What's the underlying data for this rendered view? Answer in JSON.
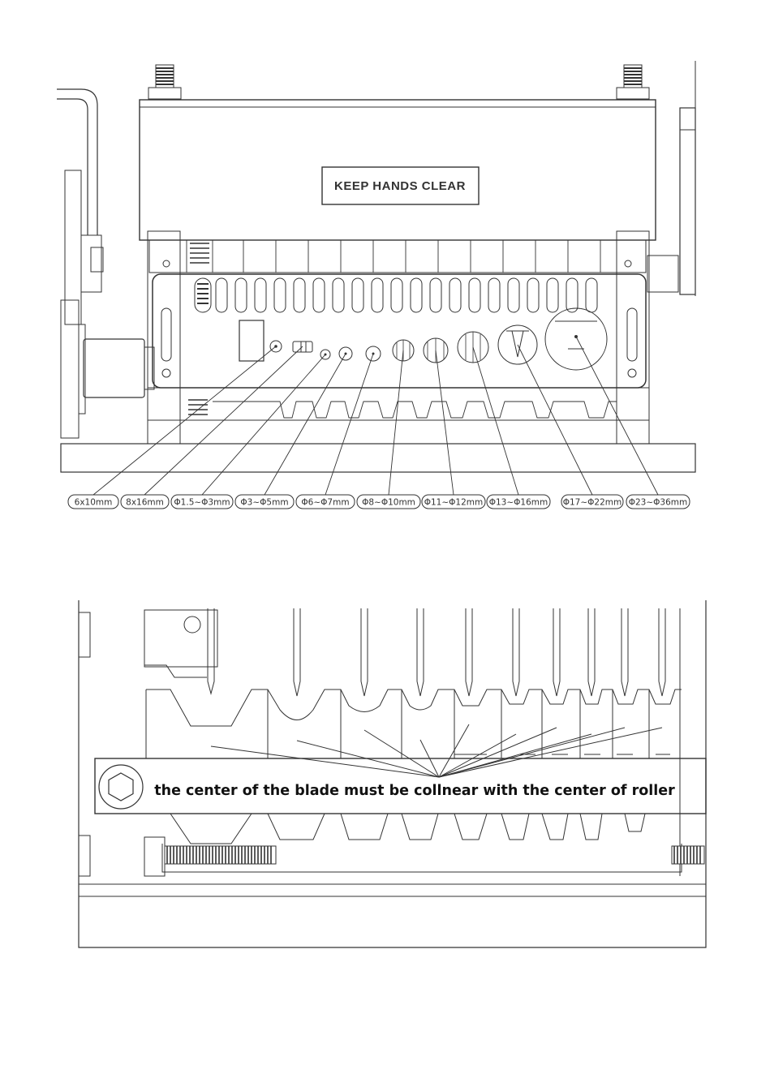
{
  "top_figure": {
    "sign_label": "KEEP HANDS CLEAR",
    "size_labels": [
      "6x10mm",
      "8x16mm",
      "Φ1.5~Φ3mm",
      "Φ3~Φ5mm",
      "Φ6~Φ7mm",
      "Φ8~Φ10mm",
      "Φ11~Φ12mm",
      "Φ13~Φ16mm",
      "Φ17~Φ22mm",
      "Φ23~Φ36mm"
    ]
  },
  "bottom_figure": {
    "caption": "the center of the blade must be collnear with the center of roller"
  }
}
